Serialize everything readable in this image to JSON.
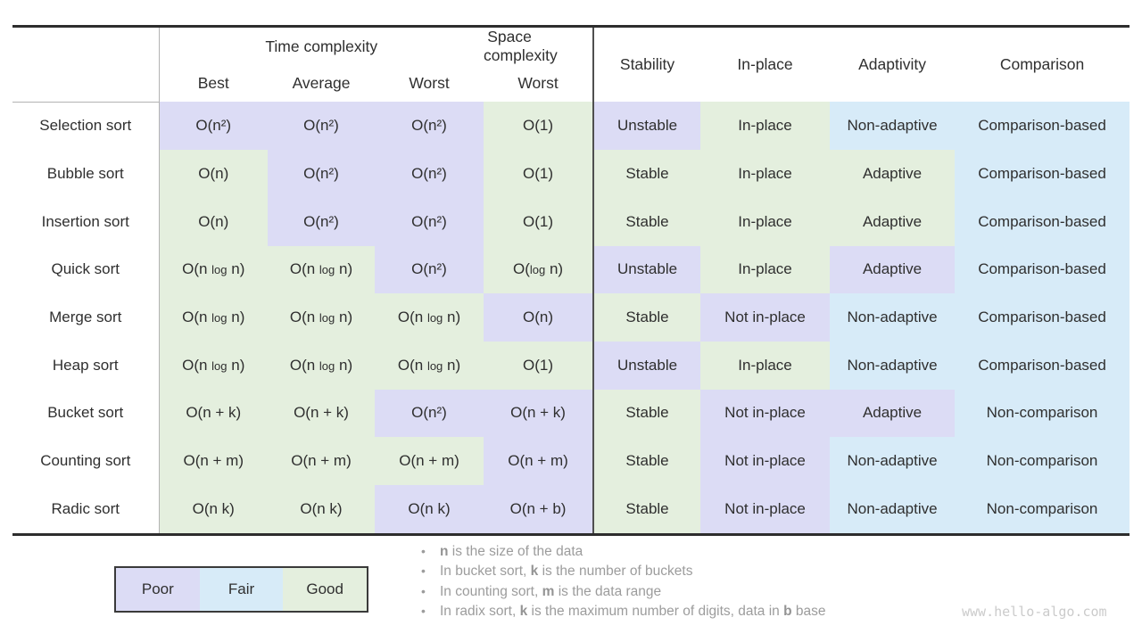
{
  "colors": {
    "poor": "#dcdcf5",
    "fair": "#d7ebf8",
    "good": "#e4efde",
    "border_dark": "#2d2d2d",
    "divider_dark": "#4f4f4f",
    "divider_light": "#b3b3b3"
  },
  "watermark": "www.hello-algo.com",
  "chart_data": {
    "type": "table",
    "column_groups": [
      {
        "label": "Time complexity",
        "columns": [
          "Best",
          "Average",
          "Worst"
        ]
      },
      {
        "label": "Space complexity",
        "columns": [
          "Worst"
        ]
      }
    ],
    "columns": [
      "best",
      "average",
      "worst-time",
      "worst-space",
      "stability",
      "in-place",
      "adaptivity",
      "comparison"
    ],
    "column_headers": {
      "best": "Best",
      "average": "Average",
      "worst_time": "Worst",
      "worst_space": "Worst",
      "stability": "Stability",
      "in_place": "In-place",
      "adaptivity": "Adaptivity",
      "comparison": "Comparison"
    },
    "rating_levels": {
      "poor": "Poor",
      "fair": "Fair",
      "good": "Good"
    },
    "rows": [
      {
        "label": "Selection sort",
        "cells": [
          {
            "text": "O(n²)",
            "level": "poor"
          },
          {
            "text": "O(n²)",
            "level": "poor"
          },
          {
            "text": "O(n²)",
            "level": "poor"
          },
          {
            "text": "O(1)",
            "level": "good"
          },
          {
            "text": "Unstable",
            "level": "poor"
          },
          {
            "text": "In-place",
            "level": "good"
          },
          {
            "text": "Non-adaptive",
            "level": "fair"
          },
          {
            "text": "Comparison-based",
            "level": "fair"
          }
        ]
      },
      {
        "label": "Bubble sort",
        "cells": [
          {
            "text": "O(n)",
            "level": "good"
          },
          {
            "text": "O(n²)",
            "level": "poor"
          },
          {
            "text": "O(n²)",
            "level": "poor"
          },
          {
            "text": "O(1)",
            "level": "good"
          },
          {
            "text": "Stable",
            "level": "good"
          },
          {
            "text": "In-place",
            "level": "good"
          },
          {
            "text": "Adaptive",
            "level": "good"
          },
          {
            "text": "Comparison-based",
            "level": "fair"
          }
        ]
      },
      {
        "label": "Insertion sort",
        "cells": [
          {
            "text": "O(n)",
            "level": "good"
          },
          {
            "text": "O(n²)",
            "level": "poor"
          },
          {
            "text": "O(n²)",
            "level": "poor"
          },
          {
            "text": "O(1)",
            "level": "good"
          },
          {
            "text": "Stable",
            "level": "good"
          },
          {
            "text": "In-place",
            "level": "good"
          },
          {
            "text": "Adaptive",
            "level": "good"
          },
          {
            "text": "Comparison-based",
            "level": "fair"
          }
        ]
      },
      {
        "label": "Quick sort",
        "cells": [
          {
            "text": "O(n log n)",
            "level": "good"
          },
          {
            "text": "O(n log n)",
            "level": "good"
          },
          {
            "text": "O(n²)",
            "level": "poor"
          },
          {
            "text": "O(log n)",
            "level": "good"
          },
          {
            "text": "Unstable",
            "level": "poor"
          },
          {
            "text": "In-place",
            "level": "good"
          },
          {
            "text": "Adaptive",
            "level": "poor"
          },
          {
            "text": "Comparison-based",
            "level": "fair"
          }
        ]
      },
      {
        "label": "Merge sort",
        "cells": [
          {
            "text": "O(n log n)",
            "level": "good"
          },
          {
            "text": "O(n log n)",
            "level": "good"
          },
          {
            "text": "O(n log n)",
            "level": "good"
          },
          {
            "text": "O(n)",
            "level": "poor"
          },
          {
            "text": "Stable",
            "level": "good"
          },
          {
            "text": "Not in-place",
            "level": "poor"
          },
          {
            "text": "Non-adaptive",
            "level": "fair"
          },
          {
            "text": "Comparison-based",
            "level": "fair"
          }
        ]
      },
      {
        "label": "Heap sort",
        "cells": [
          {
            "text": "O(n log n)",
            "level": "good"
          },
          {
            "text": "O(n log n)",
            "level": "good"
          },
          {
            "text": "O(n log n)",
            "level": "good"
          },
          {
            "text": "O(1)",
            "level": "good"
          },
          {
            "text": "Unstable",
            "level": "poor"
          },
          {
            "text": "In-place",
            "level": "good"
          },
          {
            "text": "Non-adaptive",
            "level": "fair"
          },
          {
            "text": "Comparison-based",
            "level": "fair"
          }
        ]
      },
      {
        "label": "Bucket sort",
        "cells": [
          {
            "text": "O(n + k)",
            "level": "good"
          },
          {
            "text": "O(n + k)",
            "level": "good"
          },
          {
            "text": "O(n²)",
            "level": "poor"
          },
          {
            "text": "O(n + k)",
            "level": "poor"
          },
          {
            "text": "Stable",
            "level": "good"
          },
          {
            "text": "Not in-place",
            "level": "poor"
          },
          {
            "text": "Adaptive",
            "level": "poor"
          },
          {
            "text": "Non-comparison",
            "level": "fair"
          }
        ]
      },
      {
        "label": "Counting sort",
        "cells": [
          {
            "text": "O(n + m)",
            "level": "good"
          },
          {
            "text": "O(n + m)",
            "level": "good"
          },
          {
            "text": "O(n + m)",
            "level": "good"
          },
          {
            "text": "O(n + m)",
            "level": "poor"
          },
          {
            "text": "Stable",
            "level": "good"
          },
          {
            "text": "Not in-place",
            "level": "poor"
          },
          {
            "text": "Non-adaptive",
            "level": "fair"
          },
          {
            "text": "Non-comparison",
            "level": "fair"
          }
        ]
      },
      {
        "label": "Radic sort",
        "cells": [
          {
            "text": "O(n k)",
            "level": "good"
          },
          {
            "text": "O(n k)",
            "level": "good"
          },
          {
            "text": "O(n k)",
            "level": "poor"
          },
          {
            "text": "O(n + b)",
            "level": "poor"
          },
          {
            "text": "Stable",
            "level": "good"
          },
          {
            "text": "Not in-place",
            "level": "poor"
          },
          {
            "text": "Non-adaptive",
            "level": "fair"
          },
          {
            "text": "Non-comparison",
            "level": "fair"
          }
        ]
      }
    ],
    "legend": [
      {
        "label": "Poor",
        "level": "poor"
      },
      {
        "label": "Fair",
        "level": "fair"
      },
      {
        "label": "Good",
        "level": "good"
      }
    ],
    "notes": [
      [
        {
          "text": "n",
          "bold": true
        },
        {
          "text": " is the size of the data",
          "bold": false
        }
      ],
      [
        {
          "text": "In bucket sort, ",
          "bold": false
        },
        {
          "text": "k",
          "bold": true
        },
        {
          "text": " is the number of buckets",
          "bold": false
        }
      ],
      [
        {
          "text": "In counting sort, ",
          "bold": false
        },
        {
          "text": "m",
          "bold": true
        },
        {
          "text": " is the data range",
          "bold": false
        }
      ],
      [
        {
          "text": "In radix sort, ",
          "bold": false
        },
        {
          "text": "k",
          "bold": true
        },
        {
          "text": " is the maximum number of digits, data in ",
          "bold": false
        },
        {
          "text": "b",
          "bold": true
        },
        {
          "text": " base",
          "bold": false
        }
      ]
    ]
  }
}
